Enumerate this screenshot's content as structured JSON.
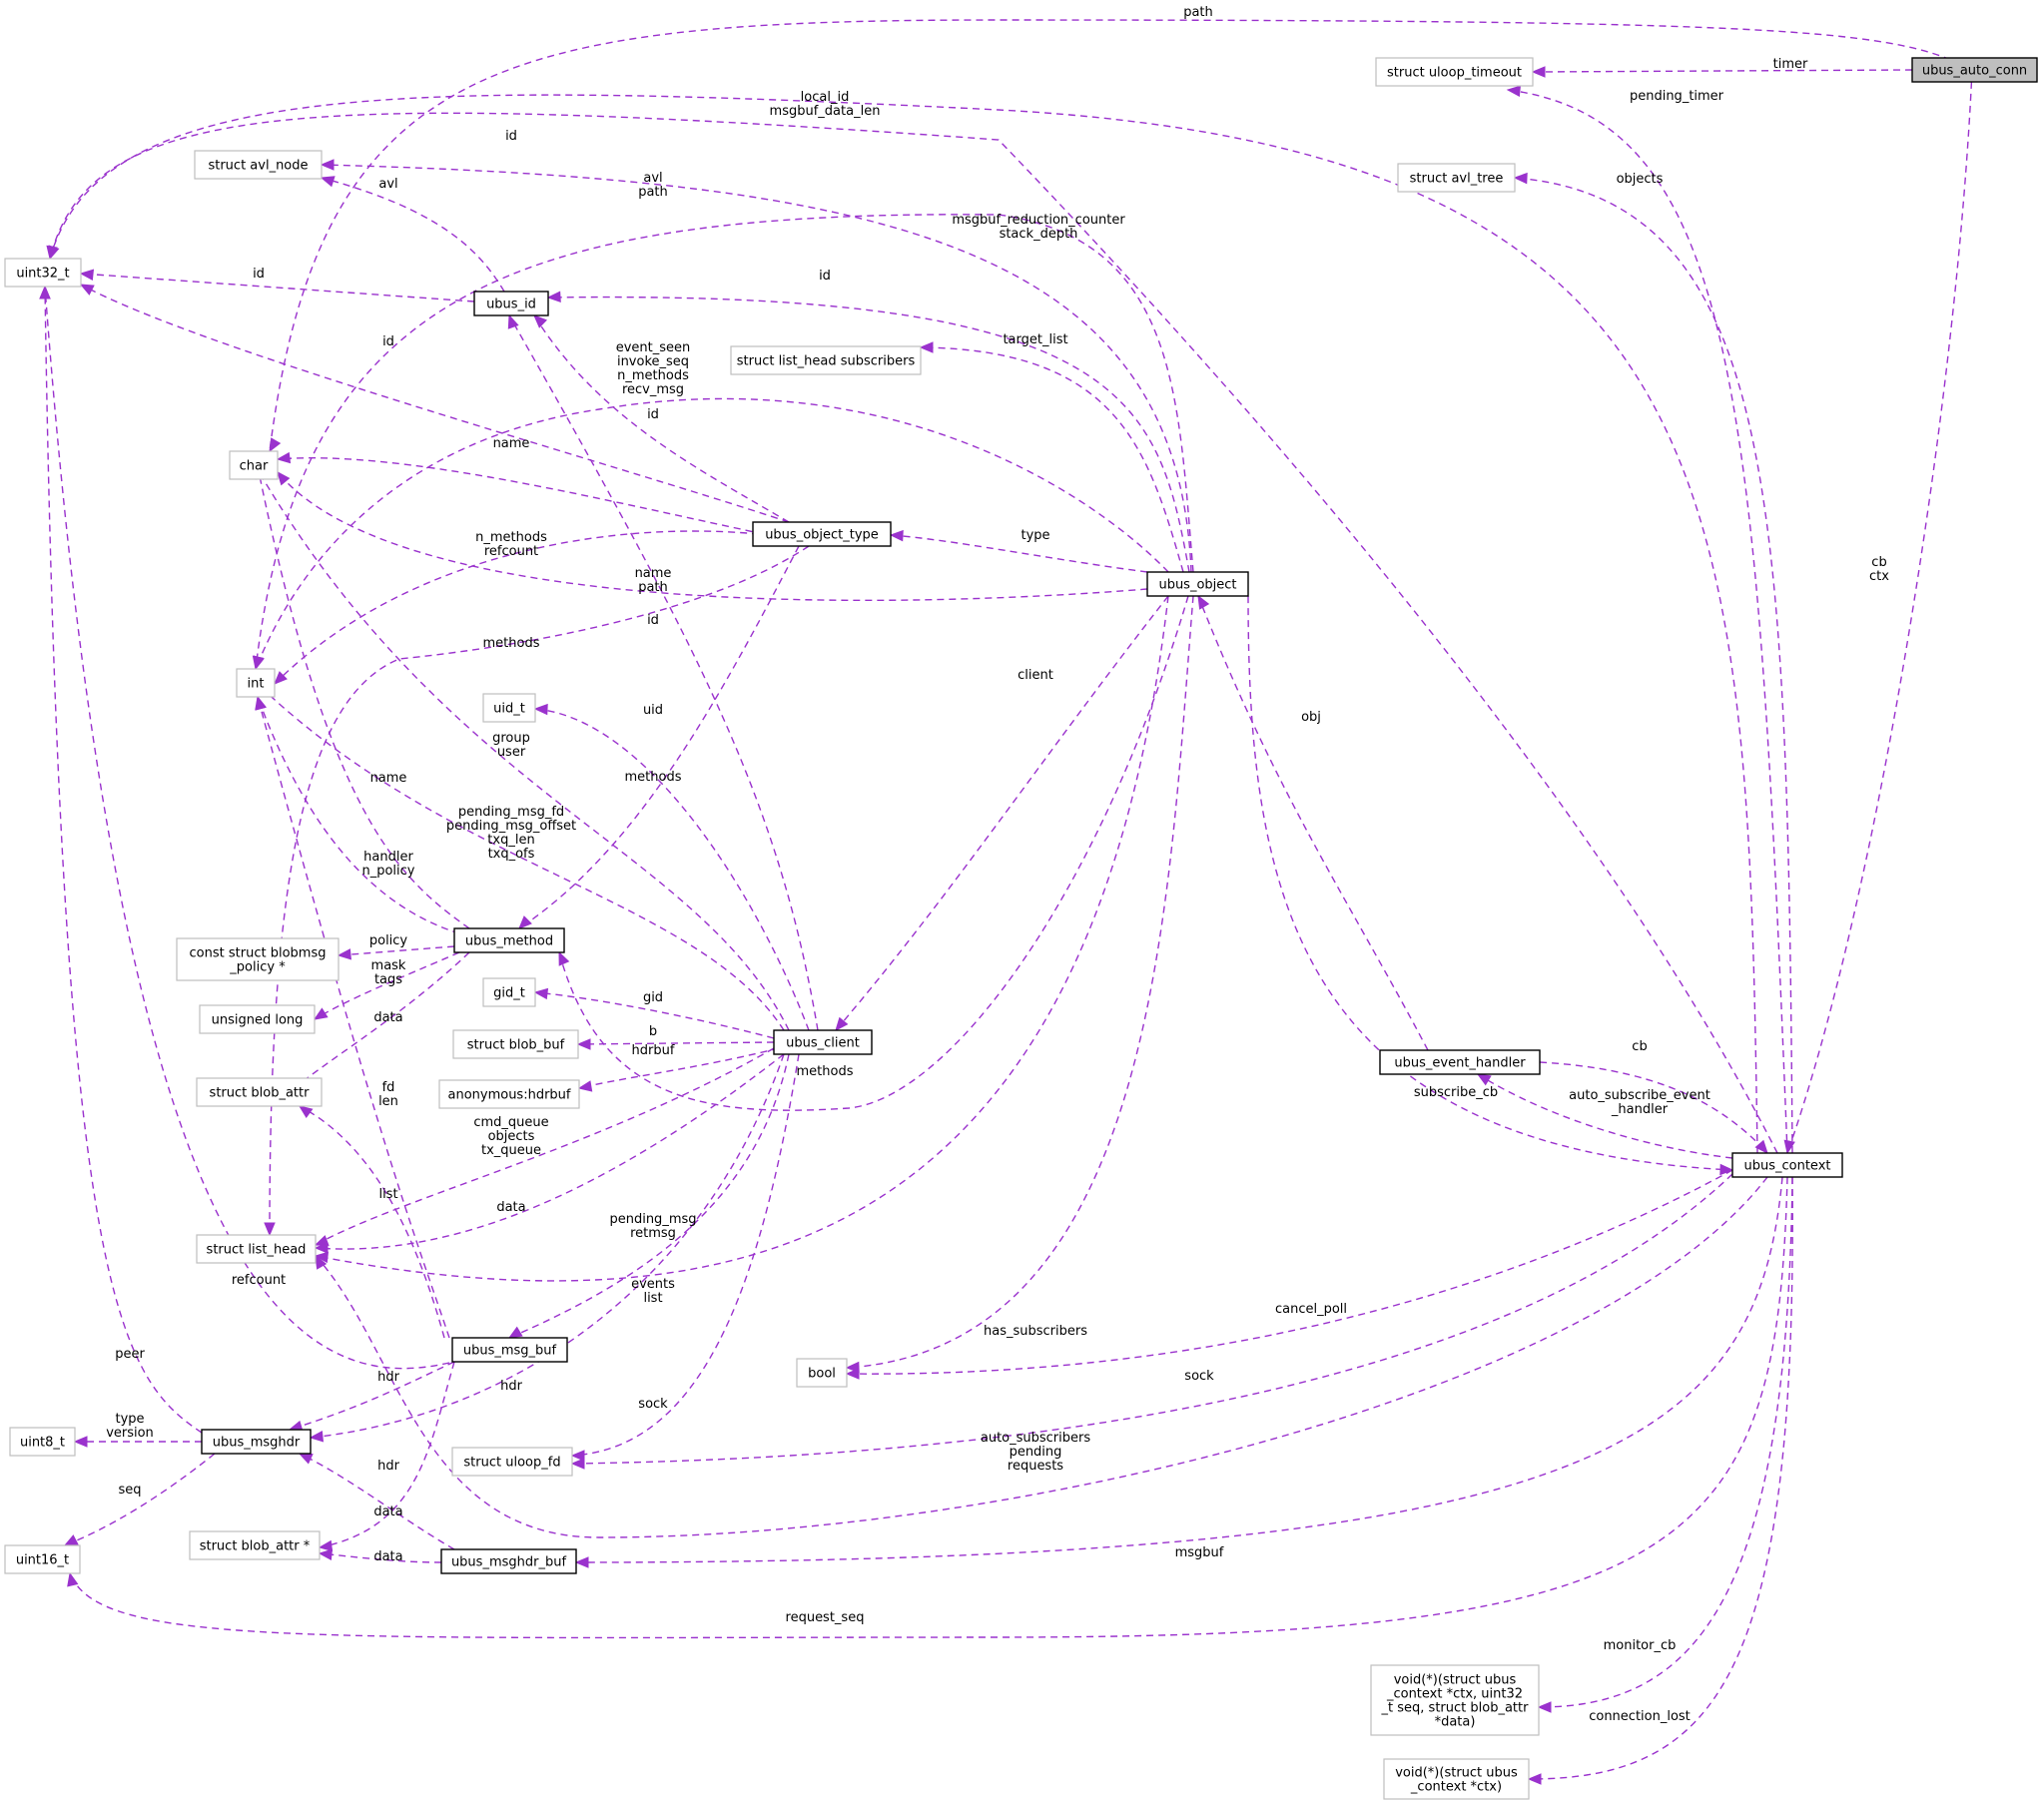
{
  "nodes": {
    "ubus_auto_conn": "ubus_auto_conn",
    "uloop_timeout": "struct uloop_timeout",
    "avl_tree": "struct avl_tree",
    "avl_node": "struct avl_node",
    "uint32_t": "uint32_t",
    "ubus_id": "ubus_id",
    "list_head_subscribers": "struct list_head subscribers",
    "char": "char",
    "ubus_object_type": "ubus_object_type",
    "ubus_object": "ubus_object",
    "int": "int",
    "uid_t": "uid_t",
    "blobmsg_policy": [
      "const struct blobmsg",
      "_policy *"
    ],
    "ubus_method": "ubus_method",
    "unsigned_long": "unsigned long",
    "gid_t": "gid_t",
    "blob_buf": "struct blob_buf",
    "ubus_client": "ubus_client",
    "blob_attr": "struct blob_attr",
    "anon_hdrbuf": "anonymous:hdrbuf",
    "ubus_event_handler": "ubus_event_handler",
    "ubus_context": "ubus_context",
    "list_head": "struct list_head",
    "ubus_msg_buf": "ubus_msg_buf",
    "bool": "bool",
    "uint8_t": "uint8_t",
    "ubus_msghdr": "ubus_msghdr",
    "uloop_fd": "struct uloop_fd",
    "uint16_t": "uint16_t",
    "blob_attr_ptr": "struct blob_attr *",
    "ubus_msghdr_buf": "ubus_msghdr_buf",
    "monitor_fn": [
      "void(*)(struct ubus",
      "_context *ctx, uint32",
      "_t seq, struct blob_attr",
      "*data)"
    ],
    "conn_lost_fn": [
      "void(*)(struct ubus",
      "_context *ctx)"
    ]
  },
  "edge_labels": {
    "path": [
      "path"
    ],
    "timer": [
      "timer"
    ],
    "pending_timer": [
      "pending_timer"
    ],
    "local_id": [
      "local_id",
      "msgbuf_data_len"
    ],
    "id_obj_uint32": [
      "id"
    ],
    "objects": [
      "objects"
    ],
    "avl_obj": [
      "avl",
      "path"
    ],
    "avl_id": [
      "avl"
    ],
    "msgbuf_red": [
      "msgbuf_reduction_counter",
      "stack_depth"
    ],
    "id_uint32": [
      "id"
    ],
    "id_obj_ubusid": [
      "id"
    ],
    "target_list": [
      "target_list"
    ],
    "id_type": [
      "id"
    ],
    "event_seen": [
      "event_seen",
      "invoke_seq",
      "n_methods",
      "recv_msg"
    ],
    "id_type_ubusid": [
      "id"
    ],
    "name_type": [
      "name"
    ],
    "type": [
      "type"
    ],
    "n_methods": [
      "n_methods",
      "refcount"
    ],
    "name_path": [
      "name",
      "path"
    ],
    "id_client": [
      "id"
    ],
    "methods_type": [
      "methods"
    ],
    "cb_ctx": [
      "cb",
      "ctx"
    ],
    "client": [
      "client"
    ],
    "obj": [
      "obj"
    ],
    "uid": [
      "uid"
    ],
    "group_user": [
      "group",
      "user"
    ],
    "methods_method": [
      "methods"
    ],
    "name_method": [
      "name"
    ],
    "pending_fd": [
      "pending_msg_fd",
      "pending_msg_offset",
      "txq_len",
      "txq_ofs"
    ],
    "handler_npolicy": [
      "handler",
      "n_policy"
    ],
    "policy": [
      "policy"
    ],
    "mask_tags": [
      "mask",
      "tags"
    ],
    "data_method": [
      "data"
    ],
    "gid": [
      "gid"
    ],
    "b": [
      "b"
    ],
    "hdrbuf": [
      "hdrbuf"
    ],
    "methods_obj": [
      "methods"
    ],
    "cb": [
      "cb"
    ],
    "fd_len": [
      "fd",
      "len"
    ],
    "subscribe_cb": [
      "subscribe_cb"
    ],
    "auto_sub": [
      "auto_subscribe_event",
      "_handler"
    ],
    "cmd_queue": [
      "cmd_queue",
      "objects",
      "tx_queue"
    ],
    "list": [
      "list"
    ],
    "data_list": [
      "data"
    ],
    "pending_msg": [
      "pending_msg",
      "retmsg"
    ],
    "refcount": [
      "refcount"
    ],
    "events_list": [
      "events",
      "list"
    ],
    "has_subscribers": [
      "has_subscribers"
    ],
    "cancel_poll": [
      "cancel_poll"
    ],
    "peer": [
      "peer"
    ],
    "hdr_msgbuf": [
      "hdr"
    ],
    "hdr_client": [
      "hdr"
    ],
    "sock_ctx": [
      "sock"
    ],
    "sock_client": [
      "sock"
    ],
    "type_version": [
      "type",
      "version"
    ],
    "auto_subs": [
      "auto_subscribers",
      "pending",
      "requests"
    ],
    "seq": [
      "seq"
    ],
    "hdr_hdrbuf": [
      "hdr"
    ],
    "data_msgbuf": [
      "data"
    ],
    "data_hdrbuf": [
      "data"
    ],
    "msgbuf": [
      "msgbuf"
    ],
    "request_seq": [
      "request_seq"
    ],
    "monitor_cb": [
      "monitor_cb"
    ],
    "connection_lost": [
      "connection_lost"
    ]
  }
}
